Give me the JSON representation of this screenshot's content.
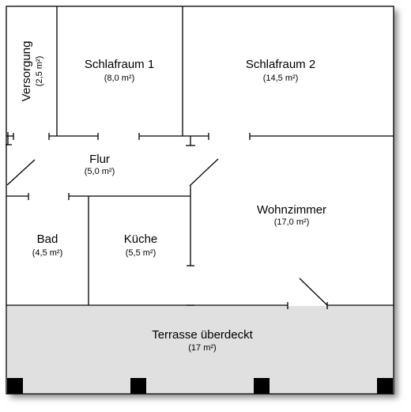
{
  "rooms": {
    "versorgung": {
      "name": "Versorgung",
      "area": "(2,5 m²)"
    },
    "schlafraum1": {
      "name": "Schlafraum 1",
      "area": "(8,0 m²)"
    },
    "schlafraum2": {
      "name": "Schlafraum 2",
      "area": "(14,5 m²)"
    },
    "flur": {
      "name": "Flur",
      "area": "(5,0 m²)"
    },
    "wohnzimmer": {
      "name": "Wohnzimmer",
      "area": "(17,0 m²)"
    },
    "bad": {
      "name": "Bad",
      "area": "(4,5 m²)"
    },
    "kueche": {
      "name": "Küche",
      "area": "(5,5 m²)"
    },
    "terrasse": {
      "name": "Terrasse überdeckt",
      "area": "(17 m²)"
    }
  },
  "colors": {
    "wall": "#000000",
    "shadow": "#8a8a8a",
    "terrace_fill": "#e0e0e0",
    "pillar": "#000000"
  }
}
